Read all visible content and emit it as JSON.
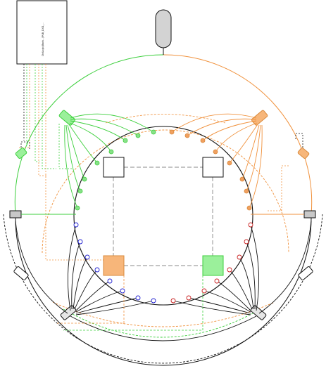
{
  "label_box": {
    "text": "CtrlLogic(Bank...)PUB_1001_..."
  },
  "colors": {
    "green": "#3ccf3c",
    "green_fill": "#9bf09b",
    "orange": "#f0913c",
    "orange_fill": "#f7b67a",
    "black": "#111111",
    "grey": "#777777",
    "grey_fill": "#c8c8c8",
    "pin_blue": "#1f1fd0",
    "pin_red": "#c81e1e",
    "pin_green": "#88e088",
    "pin_orange": "#f0a060"
  },
  "icons": {
    "top_device": "capsule-shape",
    "corner_blocks": "rounded-rect-shape",
    "side_sensors": "small-rect-shape"
  }
}
